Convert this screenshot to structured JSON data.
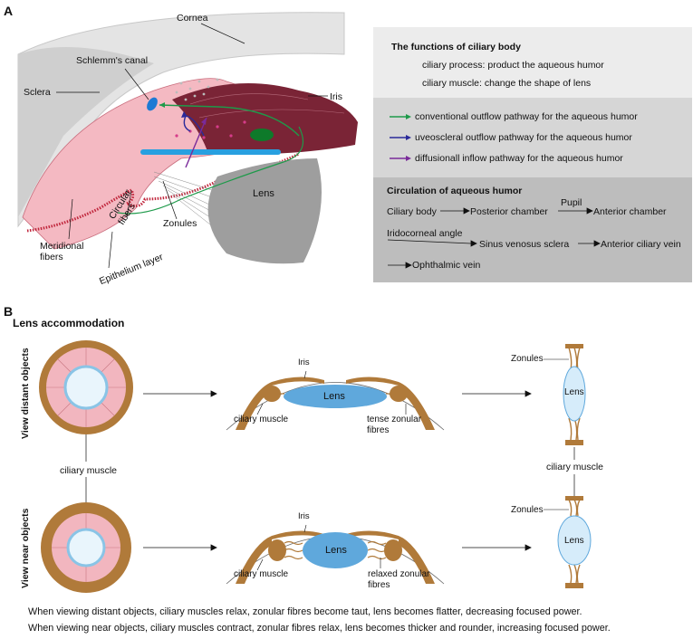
{
  "panelA": {
    "letter": "A",
    "labels": {
      "cornea": "Cornea",
      "schlemm": "Schlemm's canal",
      "sclera": "Sclera",
      "iris": "Iris",
      "lens": "Lens",
      "zonules": "Zonules",
      "circular": "Circular fibers",
      "meridional": "Meridional fibers",
      "epithelium": "Epithelium layer"
    },
    "functions": {
      "title": "The functions of ciliary body",
      "line1": "ciliary process: product the aqueous humor",
      "line2": "ciliary  muscle: change the shape of lens"
    },
    "pathways": [
      {
        "label": "conventional outflow pathway for the aqueous humor",
        "color": "#1e9a4a"
      },
      {
        "label": "uveoscleral outflow pathway for the aqueous humor",
        "color": "#2a2a9a"
      },
      {
        "label": "diffusionall inflow pathway for the aqueous humor",
        "color": "#7a2a9a"
      }
    ],
    "circulation": {
      "title": "Circulation of aqueous humor",
      "ciliary_body": "Ciliary body",
      "posterior": "Posterior chamber",
      "pupil": "Pupil",
      "anterior": "Anterior chamber",
      "iridocorneal": "Iridocorneal angle",
      "sinus": "Sinus venosus sclera",
      "anterior_vein": "Anterior ciliary vein",
      "ophthalmic": "Ophthalmic vein"
    }
  },
  "panelB": {
    "letter": "B",
    "title": "Lens accommodation",
    "distant_label": "View distant objects",
    "near_label": "View near objects",
    "ciliary_muscle": "ciliary muscle",
    "iris": "Iris",
    "lens": "Lens",
    "zonules": "Zonules",
    "tense": "tense zonular\nfibres",
    "tense_l1": "tense zonular",
    "tense_l2": "fibres",
    "relaxed_l1": "relaxed zonular",
    "relaxed_l2": "fibres",
    "caption1": "When viewing distant objects, ciliary muscles relax, zonular fibres become taut, lens becomes flatter, decreasing focused power.",
    "caption2": "When viewing near objects, ciliary muscles contract, zonular fibres relax, lens becomes thicker and rounder, increasing focused power."
  },
  "colors": {
    "tan": "#b07a3a",
    "lens_blue": "#5fa8dc",
    "pink": "#f2b6bf",
    "iris_dark": "#7a2436"
  }
}
